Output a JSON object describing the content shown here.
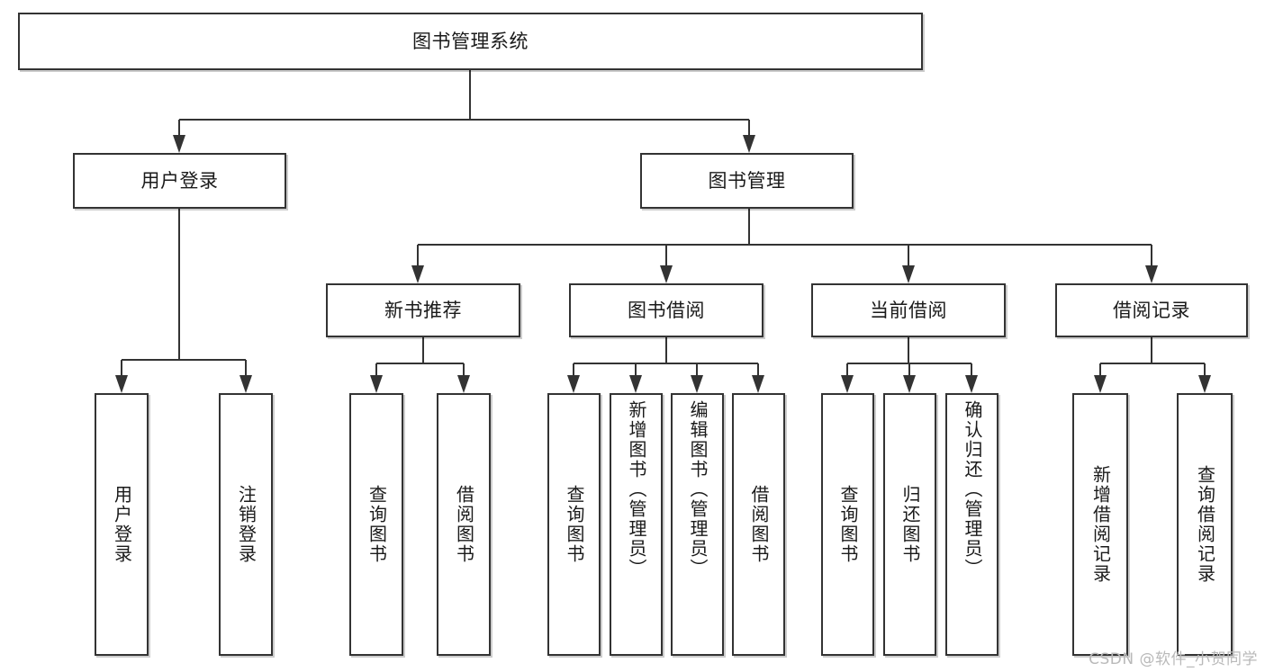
{
  "diagram": {
    "title": "图书管理系统",
    "type": "tree-hierarchy-diagram",
    "colors": {
      "stroke": "#333333",
      "fill": "#ffffff",
      "text": "#1a1a1a",
      "watermark": "#b9b9b9"
    },
    "root": {
      "label": "图书管理系统"
    },
    "level2": [
      {
        "label": "用户登录"
      },
      {
        "label": "图书管理"
      }
    ],
    "level3": [
      {
        "label": "新书推荐"
      },
      {
        "label": "图书借阅"
      },
      {
        "label": "当前借阅"
      },
      {
        "label": "借阅记录"
      }
    ],
    "leaves": {
      "user_login": [
        {
          "label": "用户登录"
        },
        {
          "label": "注销登录"
        }
      ],
      "new_book_recommend": [
        {
          "label": "查询图书"
        },
        {
          "label": "借阅图书"
        }
      ],
      "book_borrow": [
        {
          "label": "查询图书"
        },
        {
          "label": "新增图书（管理员）"
        },
        {
          "label": "编辑图书（管理员）"
        },
        {
          "label": "借阅图书"
        }
      ],
      "current_borrow": [
        {
          "label": "查询图书"
        },
        {
          "label": "归还图书"
        },
        {
          "label": "确认归还（管理员）"
        }
      ],
      "borrow_record": [
        {
          "label": "新增借阅记录"
        },
        {
          "label": "查询借阅记录"
        }
      ]
    }
  },
  "watermark": {
    "text": "CSDN @软件_小贺同学"
  }
}
